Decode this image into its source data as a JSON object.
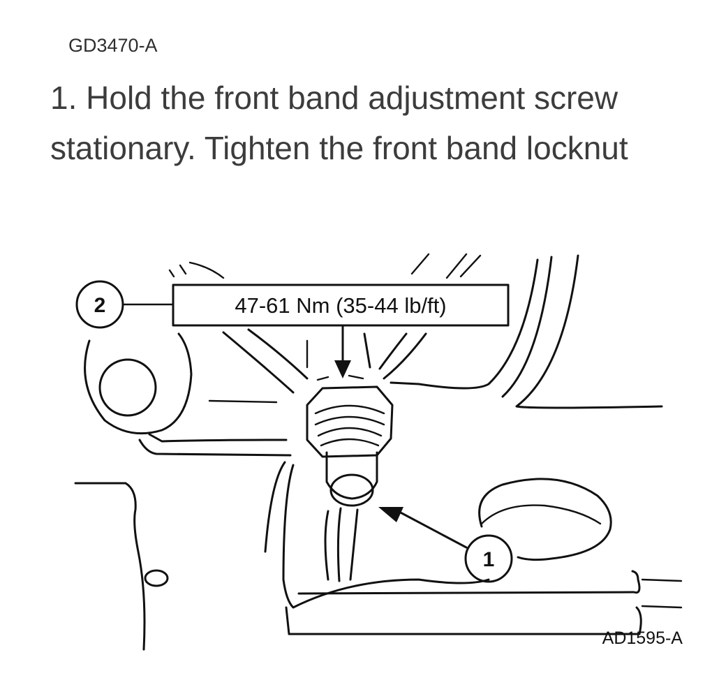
{
  "header": {
    "figure_code": "GD3470-A"
  },
  "instruction": {
    "text": "1. Hold the front band adjustment screw stationary. Tighten the front band locknut"
  },
  "illustration": {
    "callout_1": "1",
    "callout_2": "2",
    "torque_label": "47-61 Nm (35-44 lb/ft)",
    "drawing_code": "AD1595-A"
  }
}
